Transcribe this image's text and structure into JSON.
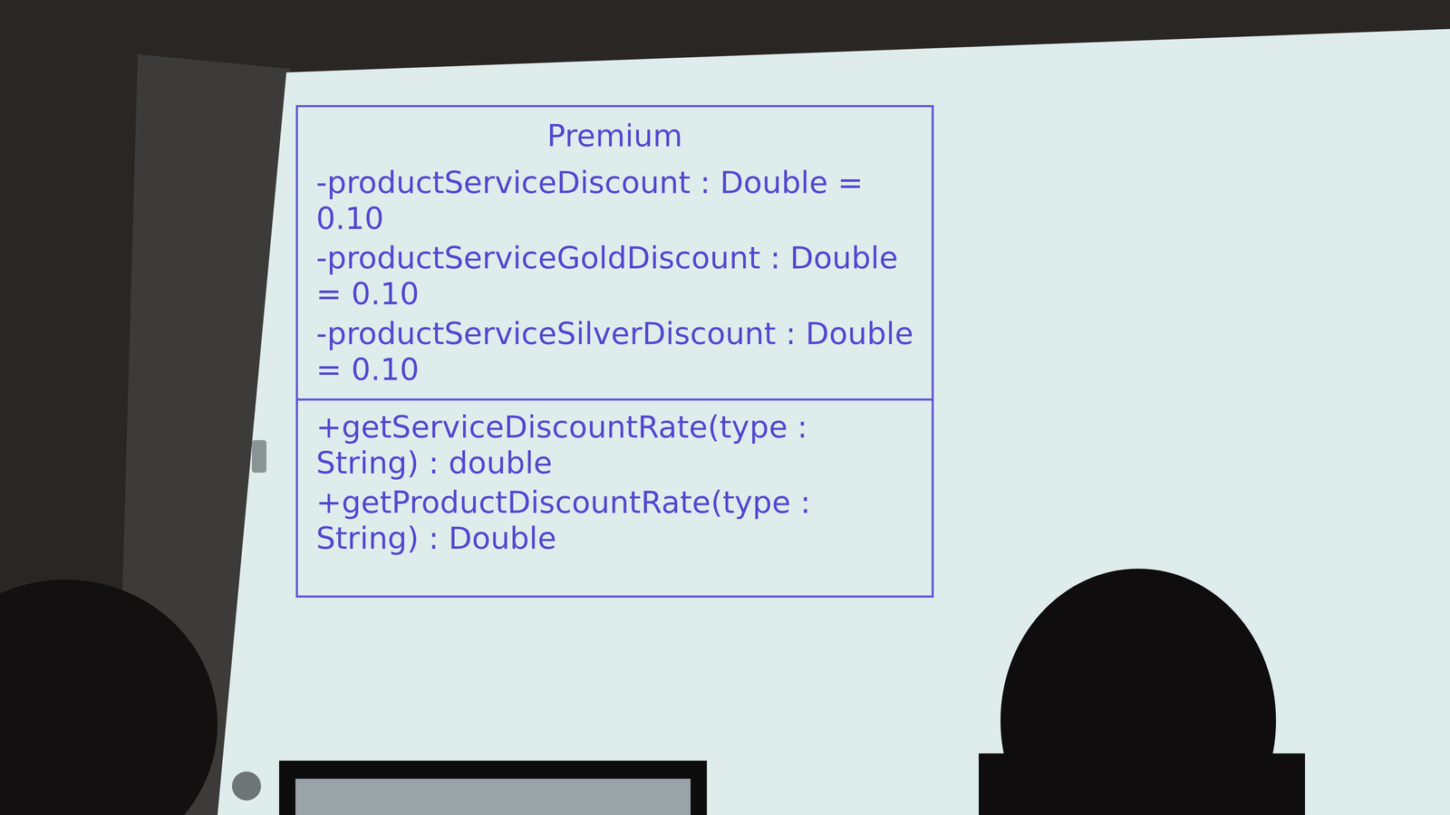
{
  "diagram": {
    "nodes": [
      {
        "text": [
          "Premium",
          "-productServiceDiscount : Double = 0.10",
          "-productServiceGoldDiscount : Double = 0.10",
          "-productServiceSilverDiscount : Double = 0.10",
          "+getServiceDiscountRate(type : String) : double",
          "+getProductDiscountRate(type : String) : Double"
        ]
      }
    ]
  }
}
